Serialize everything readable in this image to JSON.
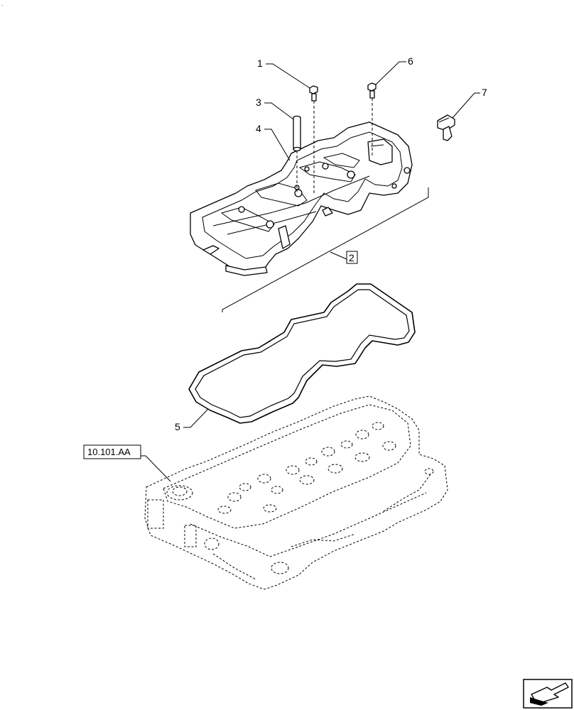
{
  "callouts": {
    "c1": "1",
    "c2": "2",
    "c3": "3",
    "c4": "4",
    "c5": "5",
    "c6": "6",
    "c7": "7"
  },
  "reference": {
    "label": "10.101.AA"
  },
  "icons": {
    "next": "arrow-navigation-icon"
  }
}
